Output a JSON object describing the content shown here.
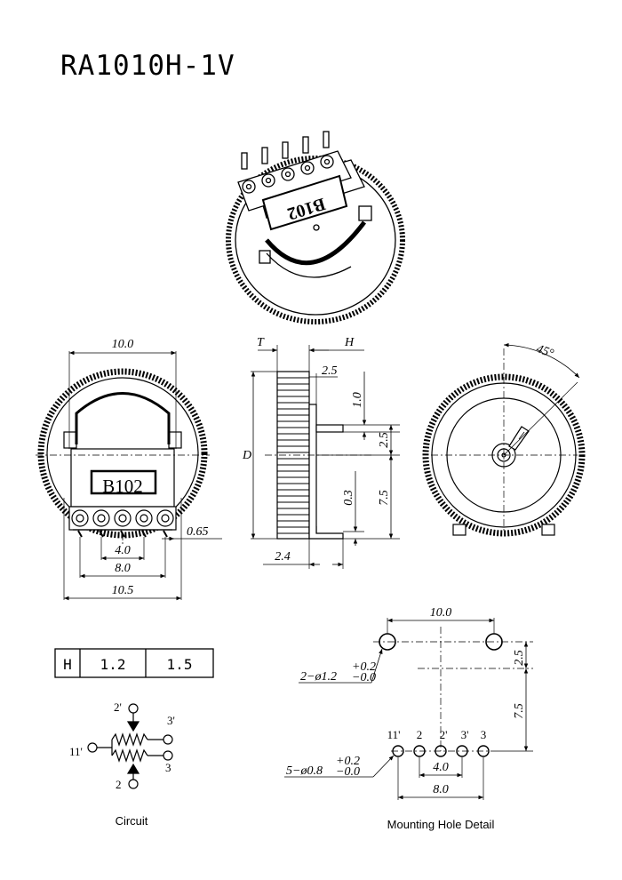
{
  "title": "RA1010H-1V",
  "marking": "B102",
  "dimensions": {
    "front_width": "10.0",
    "front_pitch": "4.0",
    "front_span": "8.0",
    "front_overall": "10.5",
    "pin_width": "0.65",
    "side_t": "T",
    "side_h": "H",
    "side_d": "D",
    "side_shaft": "2.5",
    "side_top": "1.0",
    "side_pin": "2.5",
    "side_body": "7.5",
    "side_offset": "0.3",
    "side_depth": "2.4",
    "angle": "45°"
  },
  "h_table": {
    "label": "H",
    "values": [
      "1.2",
      "1.5"
    ]
  },
  "circuit": {
    "caption": "Circuit",
    "pins": [
      "2'",
      "3'",
      "11'",
      "3",
      "2"
    ]
  },
  "mounting": {
    "caption": "Mounting Hole Detail",
    "top_span": "10.0",
    "v_top": "2.5",
    "v_main": "7.5",
    "large_holes": "2−ø1.2",
    "large_tol_plus": "+0.2",
    "large_tol_minus": "−0.0",
    "small_holes": "5−ø0.8",
    "small_tol_plus": "+0.2",
    "small_tol_minus": "−0.0",
    "pitch": "4.0",
    "span": "8.0",
    "pin_labels": [
      "11'",
      "2",
      "2'",
      "3'",
      "3"
    ]
  }
}
